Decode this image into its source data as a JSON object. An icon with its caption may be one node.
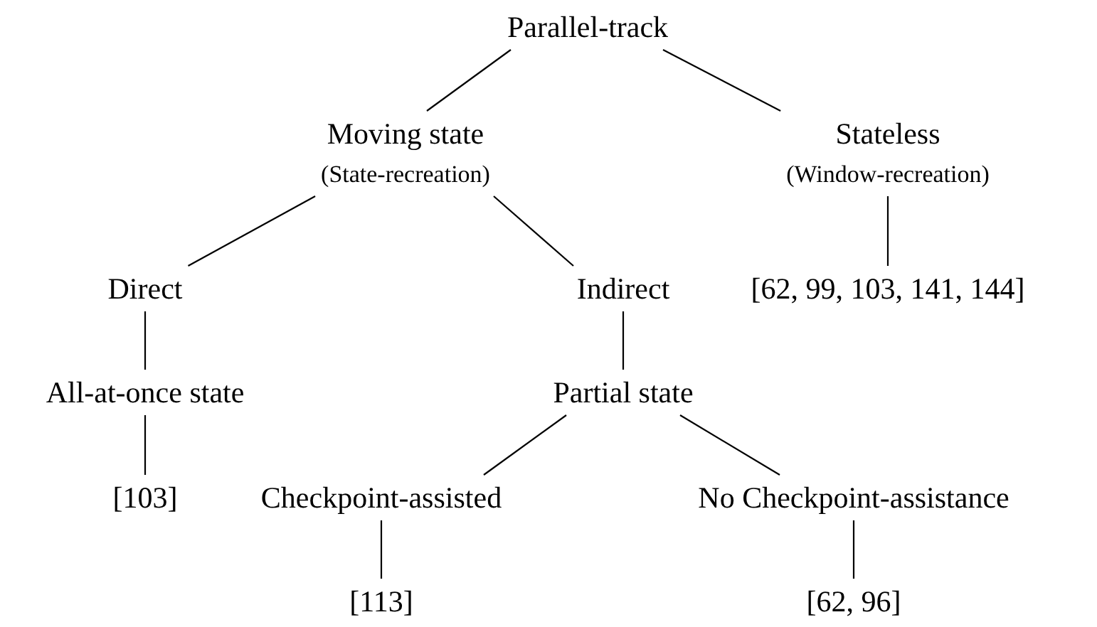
{
  "diagram": {
    "nodes": [
      {
        "text": [
          "Parallel-track"
        ]
      },
      {
        "text": [
          "Moving state",
          "(State-recreation)"
        ]
      },
      {
        "text": [
          "Stateless",
          "(Window-recreation)"
        ]
      },
      {
        "text": [
          "Direct"
        ]
      },
      {
        "text": [
          "Indirect"
        ]
      },
      {
        "text": [
          "[62, 99, 103, 141, 144]"
        ]
      },
      {
        "text": [
          "All-at-once state"
        ]
      },
      {
        "text": [
          "Partial state"
        ]
      },
      {
        "text": [
          "[103]"
        ]
      },
      {
        "text": [
          "Checkpoint-assisted"
        ]
      },
      {
        "text": [
          "No Checkpoint-assistance"
        ]
      },
      {
        "text": [
          "[113]"
        ]
      },
      {
        "text": [
          "[62, 96]"
        ]
      }
    ],
    "edges": [
      {
        "from": 0,
        "to": 1,
        "arrow": "none"
      },
      {
        "from": 0,
        "to": 2,
        "arrow": "none"
      },
      {
        "from": 1,
        "to": 3,
        "arrow": "none"
      },
      {
        "from": 1,
        "to": 4,
        "arrow": "none"
      },
      {
        "from": 2,
        "to": 5,
        "arrow": "none"
      },
      {
        "from": 3,
        "to": 6,
        "arrow": "none"
      },
      {
        "from": 4,
        "to": 7,
        "arrow": "none"
      },
      {
        "from": 6,
        "to": 8,
        "arrow": "none"
      },
      {
        "from": 7,
        "to": 9,
        "arrow": "none"
      },
      {
        "from": 7,
        "to": 10,
        "arrow": "none"
      },
      {
        "from": 9,
        "to": 11,
        "arrow": "none"
      },
      {
        "from": 10,
        "to": 12,
        "arrow": "none"
      }
    ]
  }
}
